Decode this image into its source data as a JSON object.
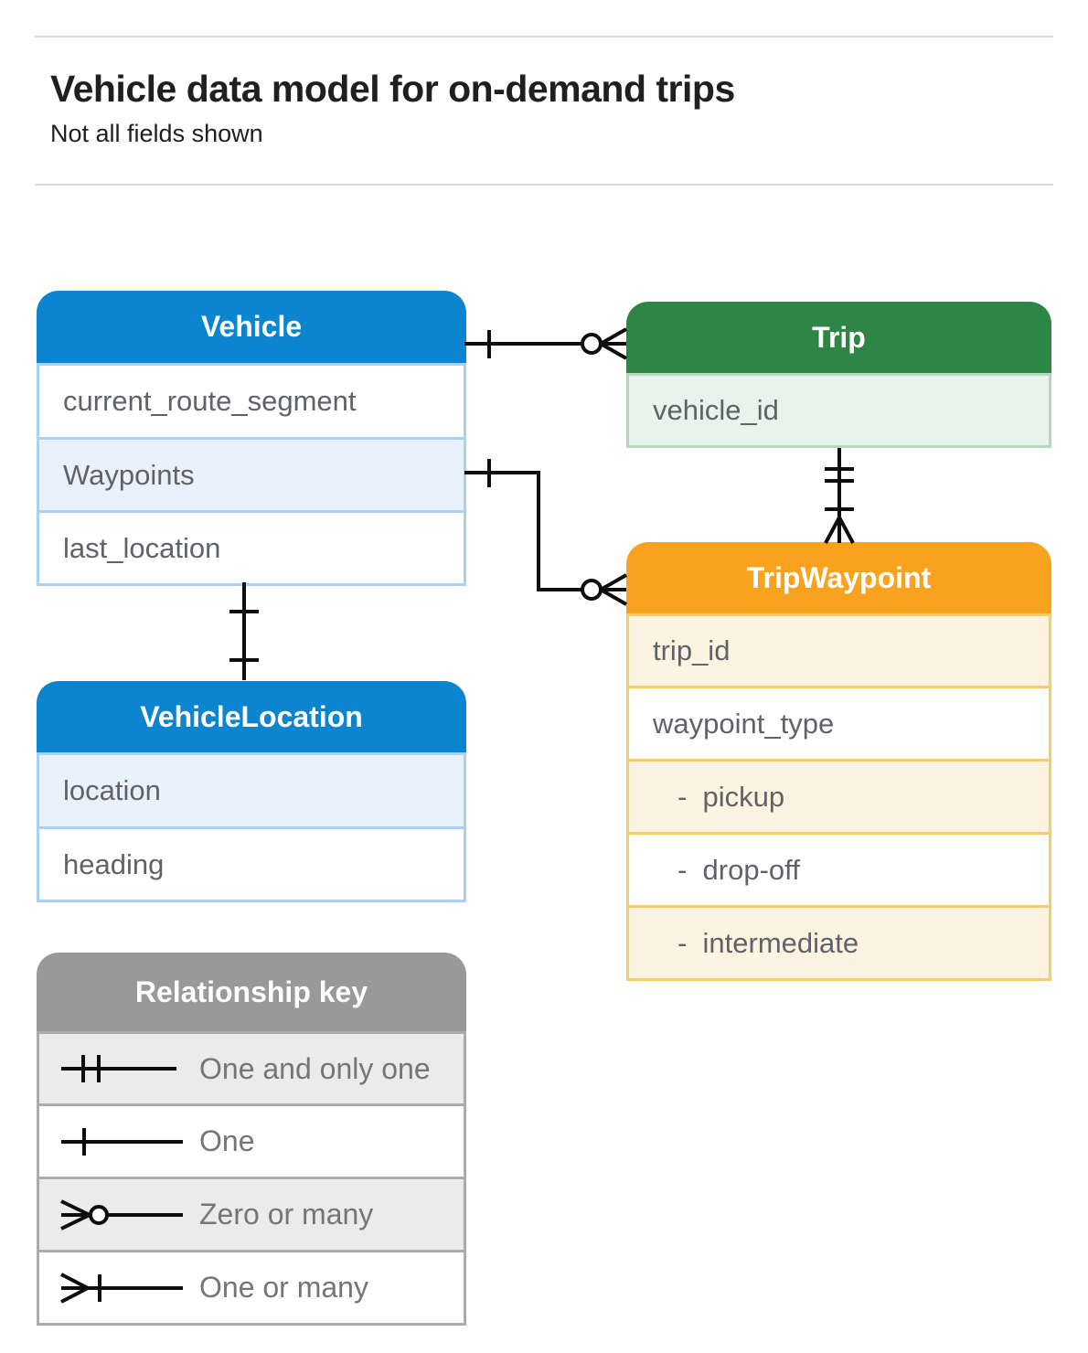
{
  "page": {
    "title": "Vehicle data model for on-demand trips",
    "subtitle": "Not all fields shown"
  },
  "colors": {
    "blue_header": "#0b85d0",
    "blue_light": "#e9f2fc",
    "blue_border": "#a9cff2",
    "green_header": "#2e8646",
    "green_light": "#e8f3ec",
    "green_border": "#b3d9bd",
    "orange_header": "#f9a21e",
    "orange_light": "#fdf3e1",
    "orange_border": "#fbca6d",
    "gray_header": "#999999",
    "gray_light": "#ebebeb",
    "gray_border": "#ababab",
    "text_title": "#1f1f1f",
    "text_row": "#5f6368",
    "text_key": "#757575",
    "rule": "#d8d8d8",
    "connector": "#0d0d0d"
  },
  "entities": [
    {
      "name": "Vehicle",
      "fields": [
        {
          "label": "current_route_segment"
        },
        {
          "label": "Waypoints"
        },
        {
          "label": "last_location"
        }
      ]
    },
    {
      "name": "Trip",
      "fields": [
        {
          "label": "vehicle_id"
        }
      ]
    },
    {
      "name": "VehicleLocation",
      "fields": [
        {
          "label": "location"
        },
        {
          "label": "heading"
        }
      ]
    },
    {
      "name": "TripWaypoint",
      "fields": [
        {
          "label": "trip_id"
        },
        {
          "label": "waypoint_type"
        },
        {
          "label": "-  pickup"
        },
        {
          "label": "-  drop-off"
        },
        {
          "label": "-  intermediate"
        }
      ]
    }
  ],
  "relationships": [
    {
      "from": "Vehicle",
      "to": "Trip",
      "from_cardinality": "one",
      "to_cardinality": "zero-or-many"
    },
    {
      "from": "Vehicle.Waypoints",
      "to": "TripWaypoint",
      "from_cardinality": "one",
      "to_cardinality": "zero-or-many"
    },
    {
      "from": "Trip",
      "to": "TripWaypoint",
      "from_cardinality": "one-and-only-one",
      "to_cardinality": "one-or-many"
    },
    {
      "from": "Vehicle",
      "to": "VehicleLocation",
      "from_cardinality": "one",
      "to_cardinality": "one"
    }
  ],
  "relationship_key": {
    "title": "Relationship key",
    "items": [
      {
        "symbol": "one-and-only-one",
        "label": "One and only one"
      },
      {
        "symbol": "one",
        "label": "One"
      },
      {
        "symbol": "zero-or-many",
        "label": "Zero or many"
      },
      {
        "symbol": "one-or-many",
        "label": "One or many"
      }
    ]
  }
}
